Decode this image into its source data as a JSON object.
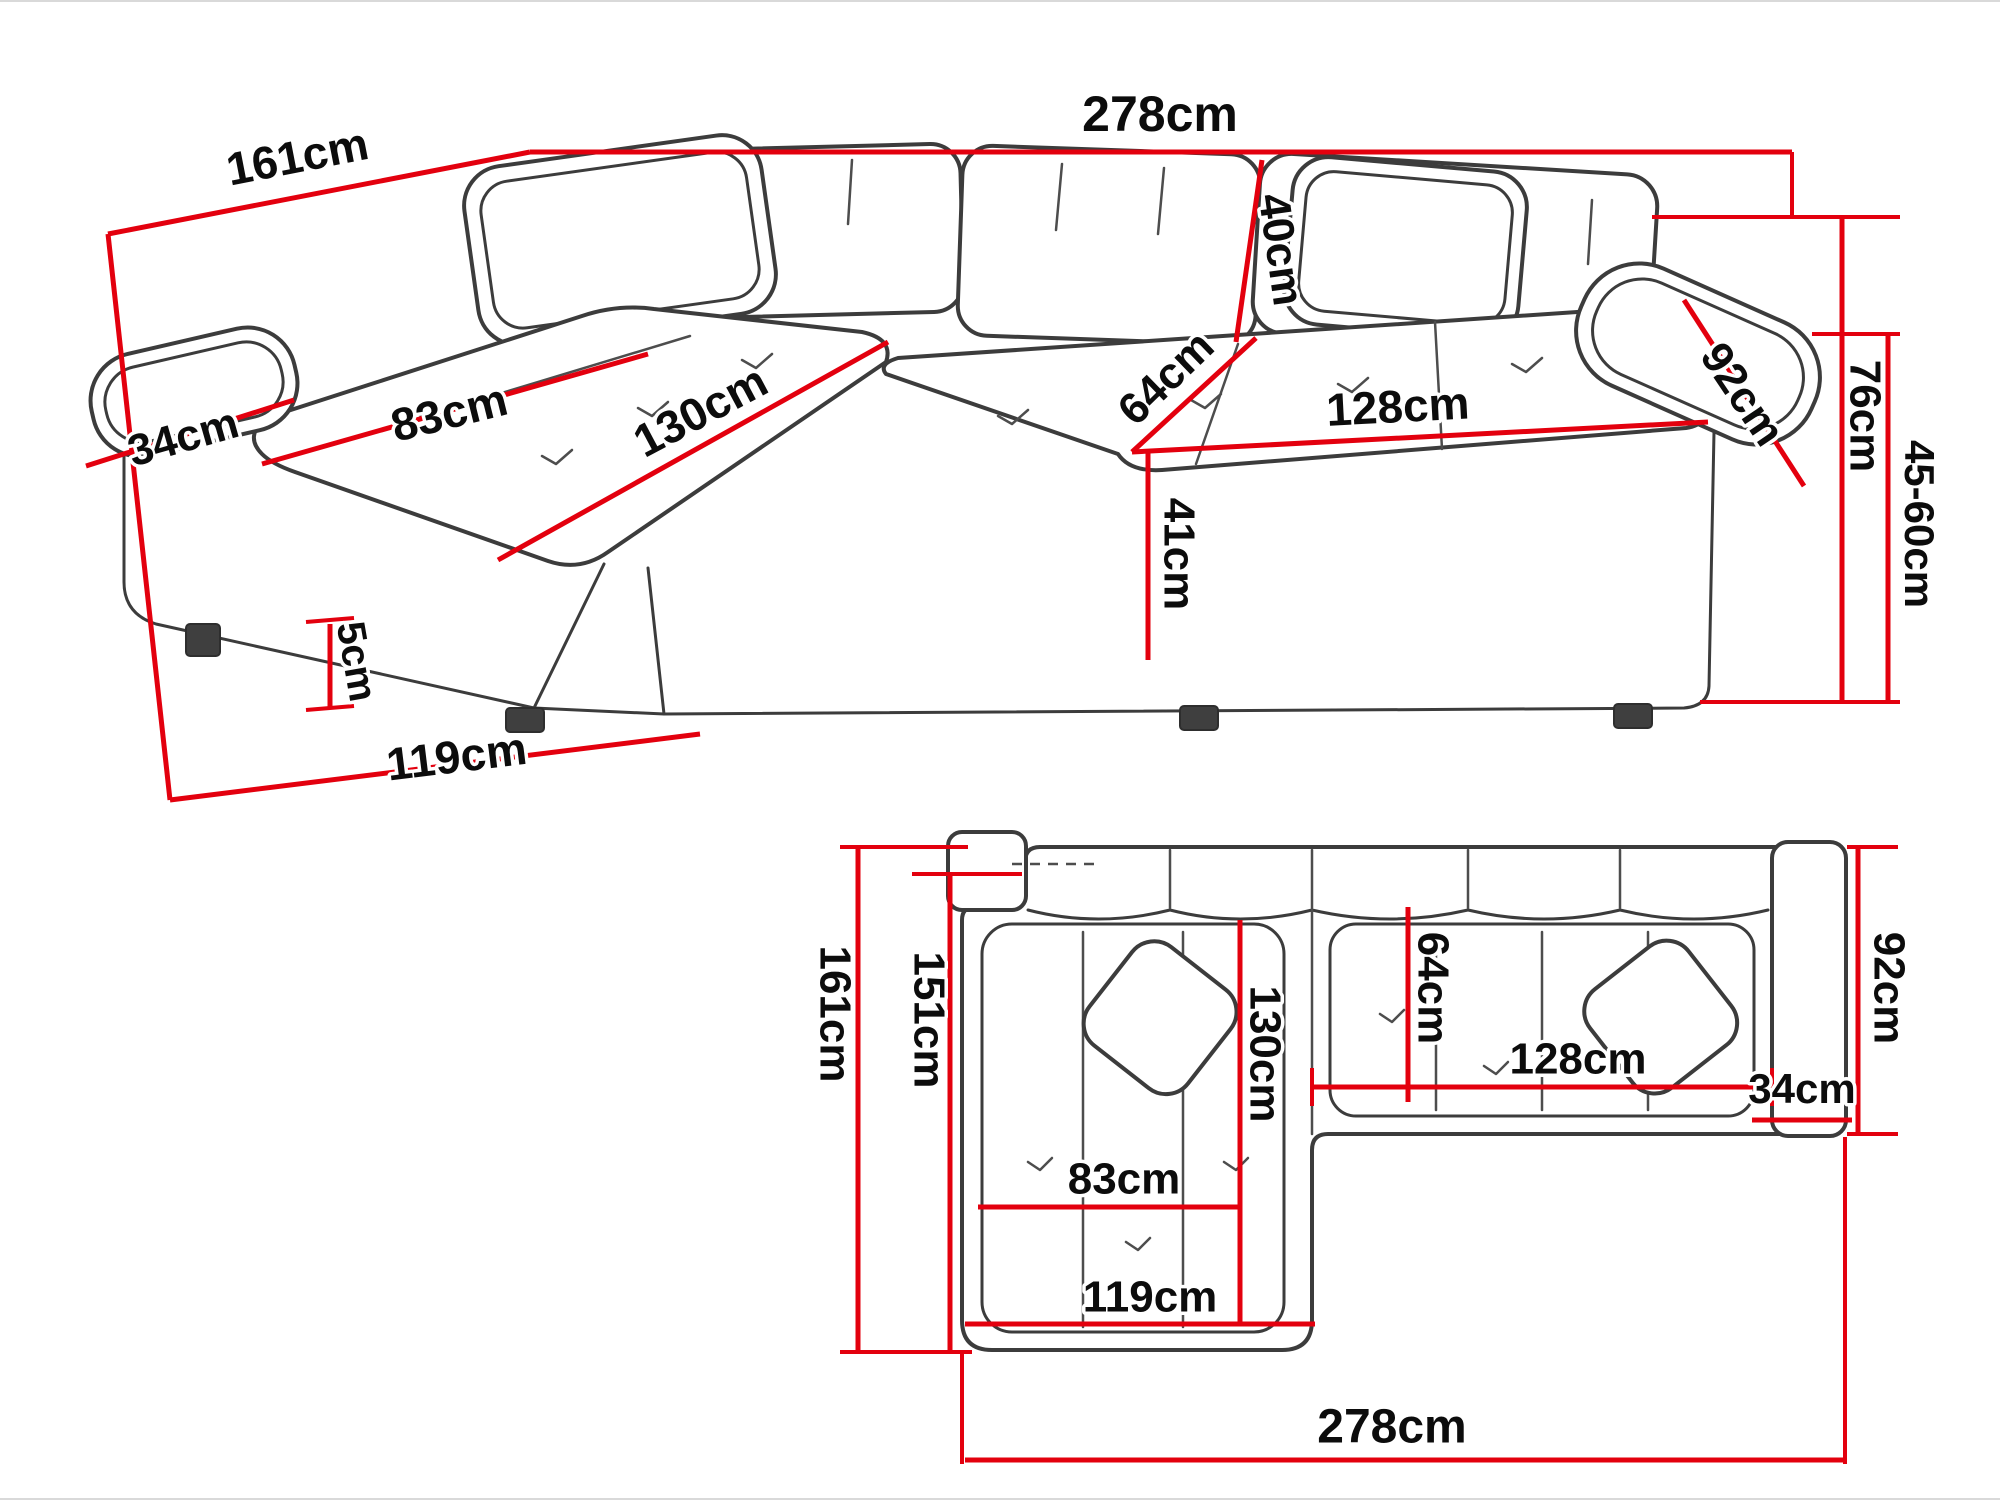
{
  "figure": {
    "colors": {
      "dimension_accent": "#e3000e",
      "sofa_outline": "#3c3c3c",
      "label_text": "#0c0c0c"
    }
  },
  "perspective_view": {
    "labels": {
      "total_width": "278cm",
      "total_depth": "161cm",
      "left_armrest_width": "34cm",
      "chaise_seat_width": "83cm",
      "chaise_seat_length": "130cm",
      "backrest_height": "40cm",
      "seat_depth": "64cm",
      "right_seat_width": "128cm",
      "right_armrest_span": "92cm",
      "seat_height": "41cm",
      "leg_height": "5cm",
      "chaise_total_depth": "119cm",
      "total_height": "76cm",
      "seat_height_range": "45-60cm"
    }
  },
  "plan_view": {
    "labels": {
      "total_depth": "161cm",
      "inner_depth": "151cm",
      "chaise_length": "130cm",
      "seat_depth": "64cm",
      "right_seat_width": "128cm",
      "right_armrest_width": "34cm",
      "right_section_depth": "92cm",
      "chaise_seat_width": "83cm",
      "chaise_total_width": "119cm",
      "total_width": "278cm"
    }
  }
}
